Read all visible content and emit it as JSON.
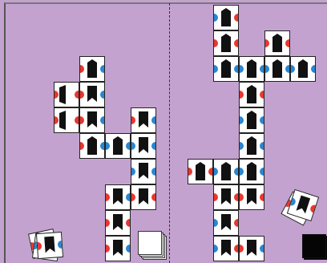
{
  "colors": {
    "table": "#c3a2cf",
    "light_tile": "#ffffff",
    "dark_tile": "#101010",
    "red_peg": "#e8372f",
    "blue_peg": "#2a86d0"
  },
  "areas": [
    {
      "name": "left-player-area",
      "tile_style": "light",
      "tiles": [
        {
          "c": 2,
          "r": 0,
          "pegs": "rb",
          "shape": "notch-up"
        },
        {
          "c": 1,
          "r": 1,
          "pegs": "rr",
          "shape": "left-half"
        },
        {
          "c": 2,
          "r": 1,
          "pegs": "rb",
          "shape": "notch-down"
        },
        {
          "c": 1,
          "r": 2,
          "pegs": "rr",
          "shape": "left-half"
        },
        {
          "c": 2,
          "r": 2,
          "pegs": "rb",
          "shape": "notch-down"
        },
        {
          "c": 2,
          "r": 3,
          "pegs": "rb",
          "shape": "notch-up"
        },
        {
          "c": 3,
          "r": 3,
          "pegs": "bb",
          "shape": "notch-up"
        },
        {
          "c": 4,
          "r": 3,
          "pegs": "bb",
          "shape": "notch-down"
        },
        {
          "c": 4,
          "r": 2,
          "pegs": "rb",
          "shape": "notch-down"
        },
        {
          "c": 4,
          "r": 4,
          "pegs": "bb",
          "shape": "notch-down"
        },
        {
          "c": 4,
          "r": 5,
          "pegs": "rr",
          "shape": "notch-down"
        },
        {
          "c": 3,
          "r": 5,
          "pegs": "rb",
          "shape": "notch-down"
        },
        {
          "c": 3,
          "r": 6,
          "pegs": "rr",
          "shape": "notch-down"
        },
        {
          "c": 3,
          "r": 7,
          "pegs": "rb",
          "shape": "notch-down"
        }
      ]
    },
    {
      "name": "right-player-area",
      "tile_style": "light",
      "tiles": [
        {
          "c": 1,
          "r": 0,
          "pegs": "br",
          "shape": "notch-up"
        },
        {
          "c": 1,
          "r": 1,
          "pegs": "rr",
          "shape": "notch-up"
        },
        {
          "c": 1,
          "r": 2,
          "pegs": "bb",
          "shape": "notch-up"
        },
        {
          "c": 2,
          "r": 2,
          "pegs": "bb",
          "shape": "notch-up"
        },
        {
          "c": 3,
          "r": 2,
          "pegs": "bb",
          "shape": "notch-up"
        },
        {
          "c": 4,
          "r": 2,
          "pegs": "bb",
          "shape": "notch-up"
        },
        {
          "c": 3,
          "r": 1,
          "pegs": "rr",
          "shape": "notch-up"
        },
        {
          "c": 2,
          "r": 3,
          "pegs": "rr",
          "shape": "notch-up"
        },
        {
          "c": 2,
          "r": 4,
          "pegs": "bb",
          "shape": "notch-up"
        },
        {
          "c": 2,
          "r": 5,
          "pegs": "bb",
          "shape": "notch-up"
        },
        {
          "c": 2,
          "r": 6,
          "pegs": "bb",
          "shape": "notch-up"
        },
        {
          "c": 1,
          "r": 6,
          "pegs": "bb",
          "shape": "notch-up"
        },
        {
          "c": 0,
          "r": 6,
          "pegs": "rr",
          "shape": "notch-up"
        },
        {
          "c": 1,
          "r": 7,
          "pegs": "rr",
          "shape": "notch-down"
        },
        {
          "c": 2,
          "r": 7,
          "pegs": "rr",
          "shape": "notch-down"
        },
        {
          "c": 1,
          "r": 8,
          "pegs": "br",
          "shape": "notch-down"
        },
        {
          "c": 1,
          "r": 9,
          "pegs": "br",
          "shape": "notch-down"
        },
        {
          "c": 2,
          "r": 9,
          "pegs": "rb",
          "shape": "notch-down"
        }
      ]
    }
  ],
  "piles": [
    {
      "name": "left-tile-stack",
      "style": "light",
      "count": 4
    },
    {
      "name": "right-tile-stack",
      "style": "dark",
      "count": 2
    }
  ],
  "tilted_tiles": [
    {
      "name": "left-drawn-tiles",
      "count": 3
    },
    {
      "name": "right-drawn-tiles",
      "count": 2
    }
  ]
}
